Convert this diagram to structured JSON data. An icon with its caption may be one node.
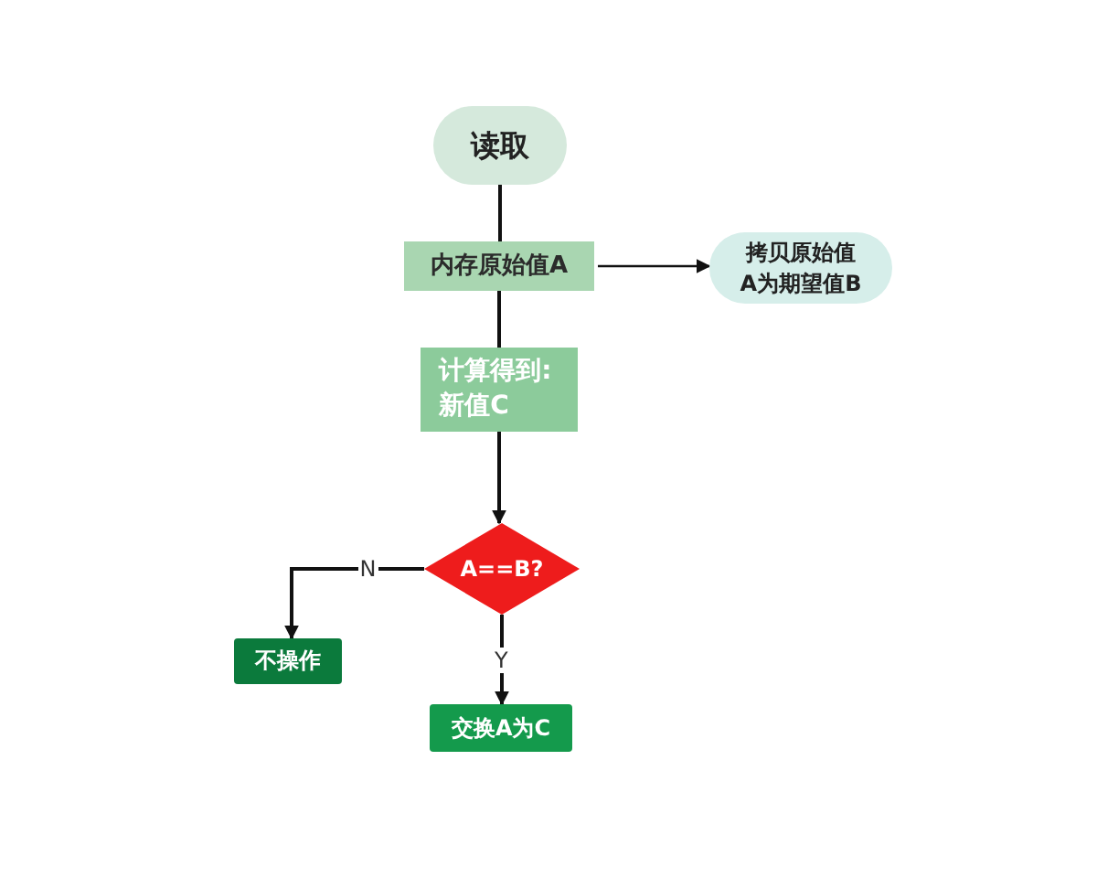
{
  "diagram": {
    "nodes": [
      {
        "text": [
          "读取"
        ]
      },
      {
        "text": [
          "内存原始值A"
        ]
      },
      {
        "text": [
          "计算得到:新值C"
        ]
      },
      {
        "text": [
          "拷贝原始值A为期望值B"
        ]
      },
      {
        "text": [
          "A==B?"
        ]
      },
      {
        "text": [
          "不操作"
        ]
      },
      {
        "text": [
          "交换A为C"
        ]
      }
    ],
    "edges": [
      {
        "from": 0,
        "to": 1,
        "arrow": "none"
      },
      {
        "from": 1,
        "to": 2,
        "arrow": "none"
      },
      {
        "from": 1,
        "to": 3,
        "arrow": "to"
      },
      {
        "from": 2,
        "to": 4,
        "arrow": "to"
      },
      {
        "from": 4,
        "to": 5,
        "label": "N",
        "arrow": "to"
      },
      {
        "from": 4,
        "to": 6,
        "label": "Y",
        "arrow": "to"
      }
    ]
  }
}
